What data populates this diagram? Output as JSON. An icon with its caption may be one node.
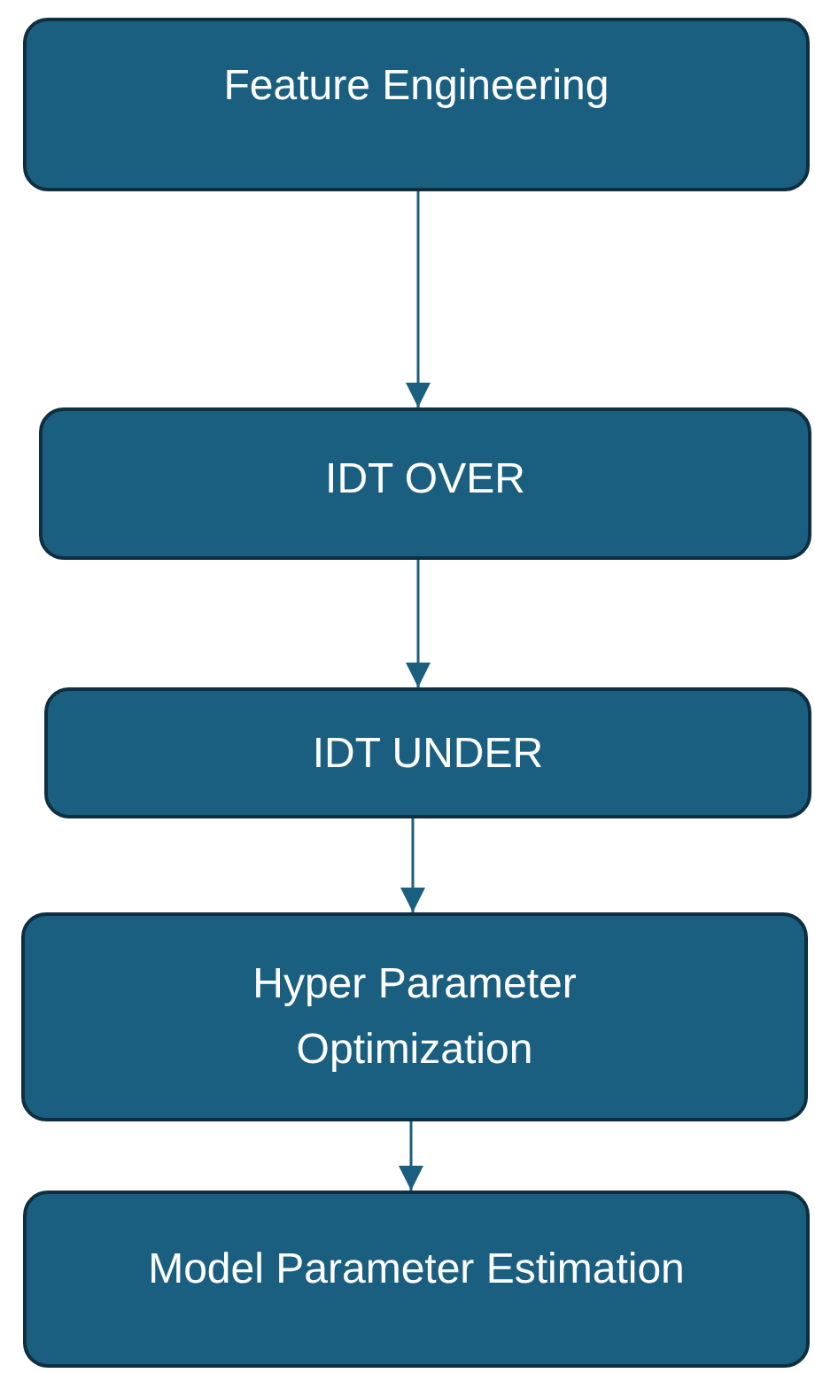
{
  "diagram": {
    "nodes": [
      {
        "text": [
          "Feature Engineering"
        ]
      },
      {
        "text": [
          "IDT OVER"
        ]
      },
      {
        "text": [
          "IDT UNDER"
        ]
      },
      {
        "text": [
          "Hyper Parameter Optimization"
        ]
      },
      {
        "text": [
          "Model Parameter Estimation"
        ]
      }
    ],
    "edges": [
      {
        "from": 0,
        "to": 1,
        "arrow": "to"
      },
      {
        "from": 1,
        "to": 2,
        "arrow": "to"
      },
      {
        "from": 2,
        "to": 3,
        "arrow": "to"
      },
      {
        "from": 3,
        "to": 4,
        "arrow": "to"
      }
    ]
  }
}
